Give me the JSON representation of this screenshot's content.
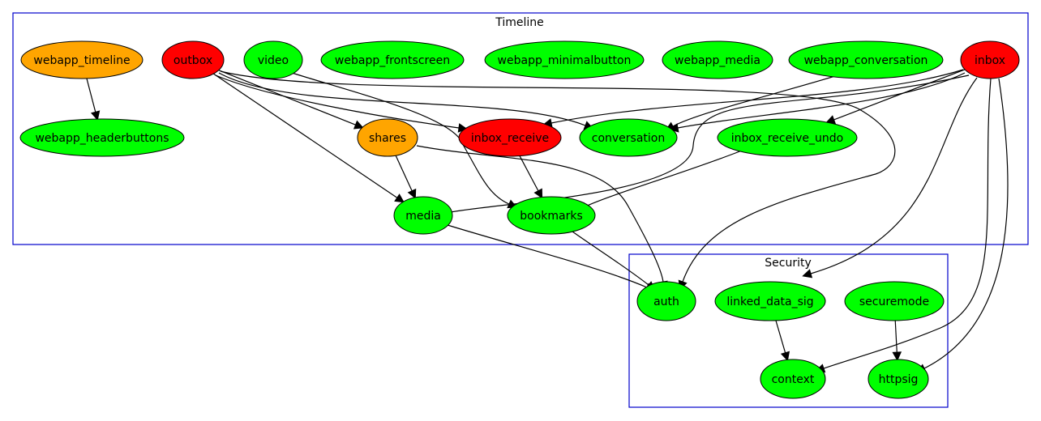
{
  "clusters": [
    {
      "id": "timeline",
      "label": "Timeline"
    },
    {
      "id": "security",
      "label": "Security"
    }
  ],
  "colors": {
    "green": "#00ff00",
    "red": "#ff0000",
    "orange": "#ffa500",
    "cluster_border": "#0000cc"
  },
  "nodes": [
    {
      "id": "webapp_timeline",
      "label": "webapp_timeline",
      "color": "orange"
    },
    {
      "id": "outbox",
      "label": "outbox",
      "color": "red"
    },
    {
      "id": "video",
      "label": "video",
      "color": "green"
    },
    {
      "id": "webapp_frontscreen",
      "label": "webapp_frontscreen",
      "color": "green"
    },
    {
      "id": "webapp_minimalbutton",
      "label": "webapp_minimalbutton",
      "color": "green"
    },
    {
      "id": "webapp_media",
      "label": "webapp_media",
      "color": "green"
    },
    {
      "id": "webapp_conversation",
      "label": "webapp_conversation",
      "color": "green"
    },
    {
      "id": "inbox",
      "label": "inbox",
      "color": "red"
    },
    {
      "id": "webapp_headerbuttons",
      "label": "webapp_headerbuttons",
      "color": "green"
    },
    {
      "id": "shares",
      "label": "shares",
      "color": "orange"
    },
    {
      "id": "inbox_receive",
      "label": "inbox_receive",
      "color": "red"
    },
    {
      "id": "conversation",
      "label": "conversation",
      "color": "green"
    },
    {
      "id": "inbox_receive_undo",
      "label": "inbox_receive_undo",
      "color": "green"
    },
    {
      "id": "media",
      "label": "media",
      "color": "green"
    },
    {
      "id": "bookmarks",
      "label": "bookmarks",
      "color": "green"
    },
    {
      "id": "auth",
      "label": "auth",
      "color": "green"
    },
    {
      "id": "linked_data_sig",
      "label": "linked_data_sig",
      "color": "green"
    },
    {
      "id": "securemode",
      "label": "securemode",
      "color": "green"
    },
    {
      "id": "context",
      "label": "context",
      "color": "green"
    },
    {
      "id": "httpsig",
      "label": "httpsig",
      "color": "green"
    }
  ],
  "edges": [
    {
      "from": "webapp_timeline",
      "to": "webapp_headerbuttons"
    },
    {
      "from": "outbox",
      "to": "shares"
    },
    {
      "from": "outbox",
      "to": "inbox_receive"
    },
    {
      "from": "outbox",
      "to": "conversation"
    },
    {
      "from": "outbox",
      "to": "media"
    },
    {
      "from": "outbox",
      "to": "auth"
    },
    {
      "from": "video",
      "to": "bookmarks"
    },
    {
      "from": "webapp_conversation",
      "to": "conversation"
    },
    {
      "from": "inbox",
      "to": "inbox_receive"
    },
    {
      "from": "inbox",
      "to": "conversation"
    },
    {
      "from": "inbox",
      "to": "inbox_receive_undo"
    },
    {
      "from": "inbox",
      "to": "media"
    },
    {
      "from": "inbox",
      "to": "linked_data_sig"
    },
    {
      "from": "inbox",
      "to": "context"
    },
    {
      "from": "inbox",
      "to": "httpsig"
    },
    {
      "from": "shares",
      "to": "media"
    },
    {
      "from": "shares",
      "to": "auth"
    },
    {
      "from": "inbox_receive",
      "to": "bookmarks"
    },
    {
      "from": "inbox_receive_undo",
      "to": "bookmarks"
    },
    {
      "from": "media",
      "to": "auth"
    },
    {
      "from": "bookmarks",
      "to": "auth"
    },
    {
      "from": "linked_data_sig",
      "to": "context"
    },
    {
      "from": "securemode",
      "to": "httpsig"
    }
  ]
}
